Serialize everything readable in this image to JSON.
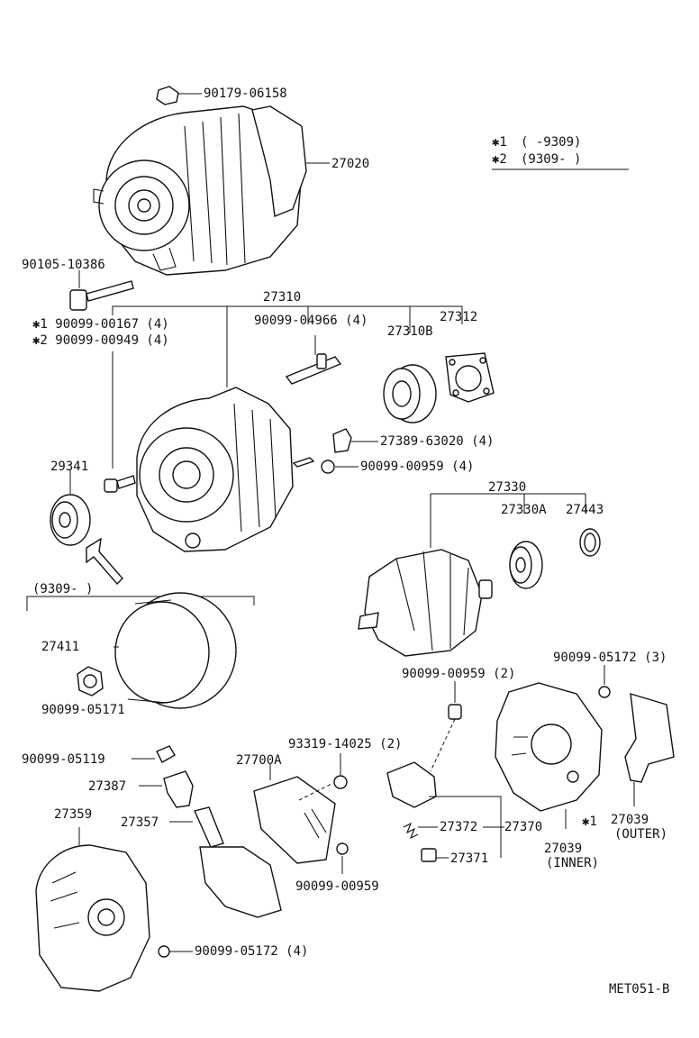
{
  "legend": {
    "row1_mark": "✱1",
    "row1_range": "(      -9309)",
    "row2_mark": "✱2",
    "row2_range": "(9309-      )"
  },
  "labels": {
    "p90179_06158": "90179-06158",
    "p27020": "27020",
    "p90105_10386": "90105-10386",
    "p27310": "27310",
    "p90099_00167": "✱1  90099-00167 (4)",
    "p90099_00949": "✱2  90099-00949 (4)",
    "p90099_04966": "90099-04966 (4)",
    "p27312": "27312",
    "p27310B": "27310B",
    "p29341": "29341",
    "p27389_63020": "27389-63020 (4)",
    "p90099_00959_4": "90099-00959 (4)",
    "p27330": "27330",
    "p27330A": "27330A",
    "p27443": "27443",
    "p9309": "(9309-      )",
    "p27411": "27411",
    "p90099_05171": "90099-05171",
    "p90099_05172_3": "90099-05172 (3)",
    "p90099_00959_2": "90099-00959 (2)",
    "p90099_05119": "90099-05119",
    "p93319_14025": "93319-14025 (2)",
    "p27387": "27387",
    "p27700A": "27700A",
    "p27359": "27359",
    "p27357": "27357",
    "p27372": "27372",
    "p27370": "27370",
    "p27371": "27371",
    "p90099_00959": "90099-00959",
    "star1": "✱1",
    "p27039_outer": "27039",
    "outer": "(OUTER)",
    "p27039_inner": "27039",
    "inner": "(INNER)",
    "p90099_05172_4": "90099-05172 (4)",
    "code": "MET051-B"
  }
}
